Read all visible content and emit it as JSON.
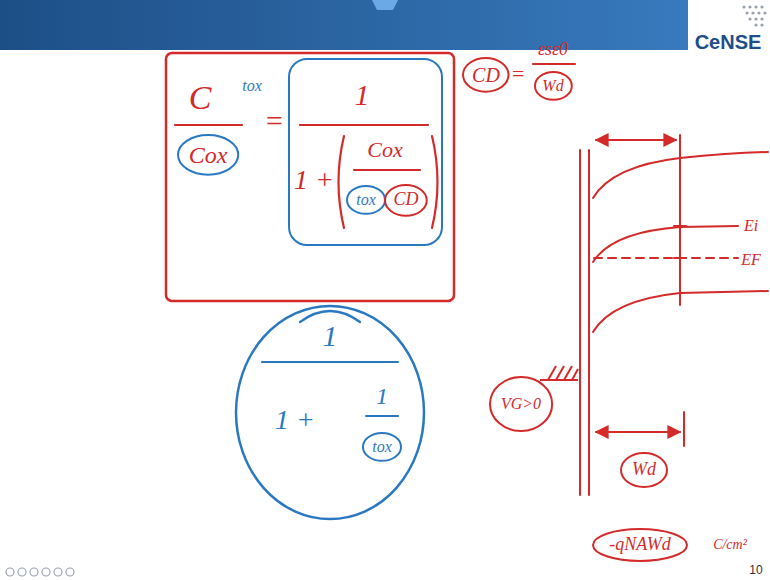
{
  "diagram": {
    "nodes": [
      {
        "text": [
          "C",
          "tox",
          "="
        ]
      },
      {
        "text": [
          "Cox"
        ],
        "in": 0
      },
      {
        "text": [
          "1",
          "1 +",
          "Cox"
        ],
        "in": 0
      },
      {
        "text": [
          "tox"
        ],
        "in": 2
      },
      {
        "text": [
          "CD"
        ],
        "in": 2
      },
      {
        "text": [
          "1",
          "1 +",
          "1"
        ]
      },
      {
        "text": [
          "tox"
        ],
        "in": 5
      },
      {
        "text": [
          "CD"
        ]
      },
      {
        "text": [
          "Wd"
        ]
      },
      {
        "text": [
          "VG>0"
        ]
      },
      {
        "text": [
          "Wd"
        ]
      },
      {
        "text": [
          "-qNAWd"
        ]
      }
    ],
    "labels": [
      "CeNSE",
      "=",
      "εsε0",
      "Ei",
      "EF",
      "C/cm²",
      "10"
    ]
  }
}
